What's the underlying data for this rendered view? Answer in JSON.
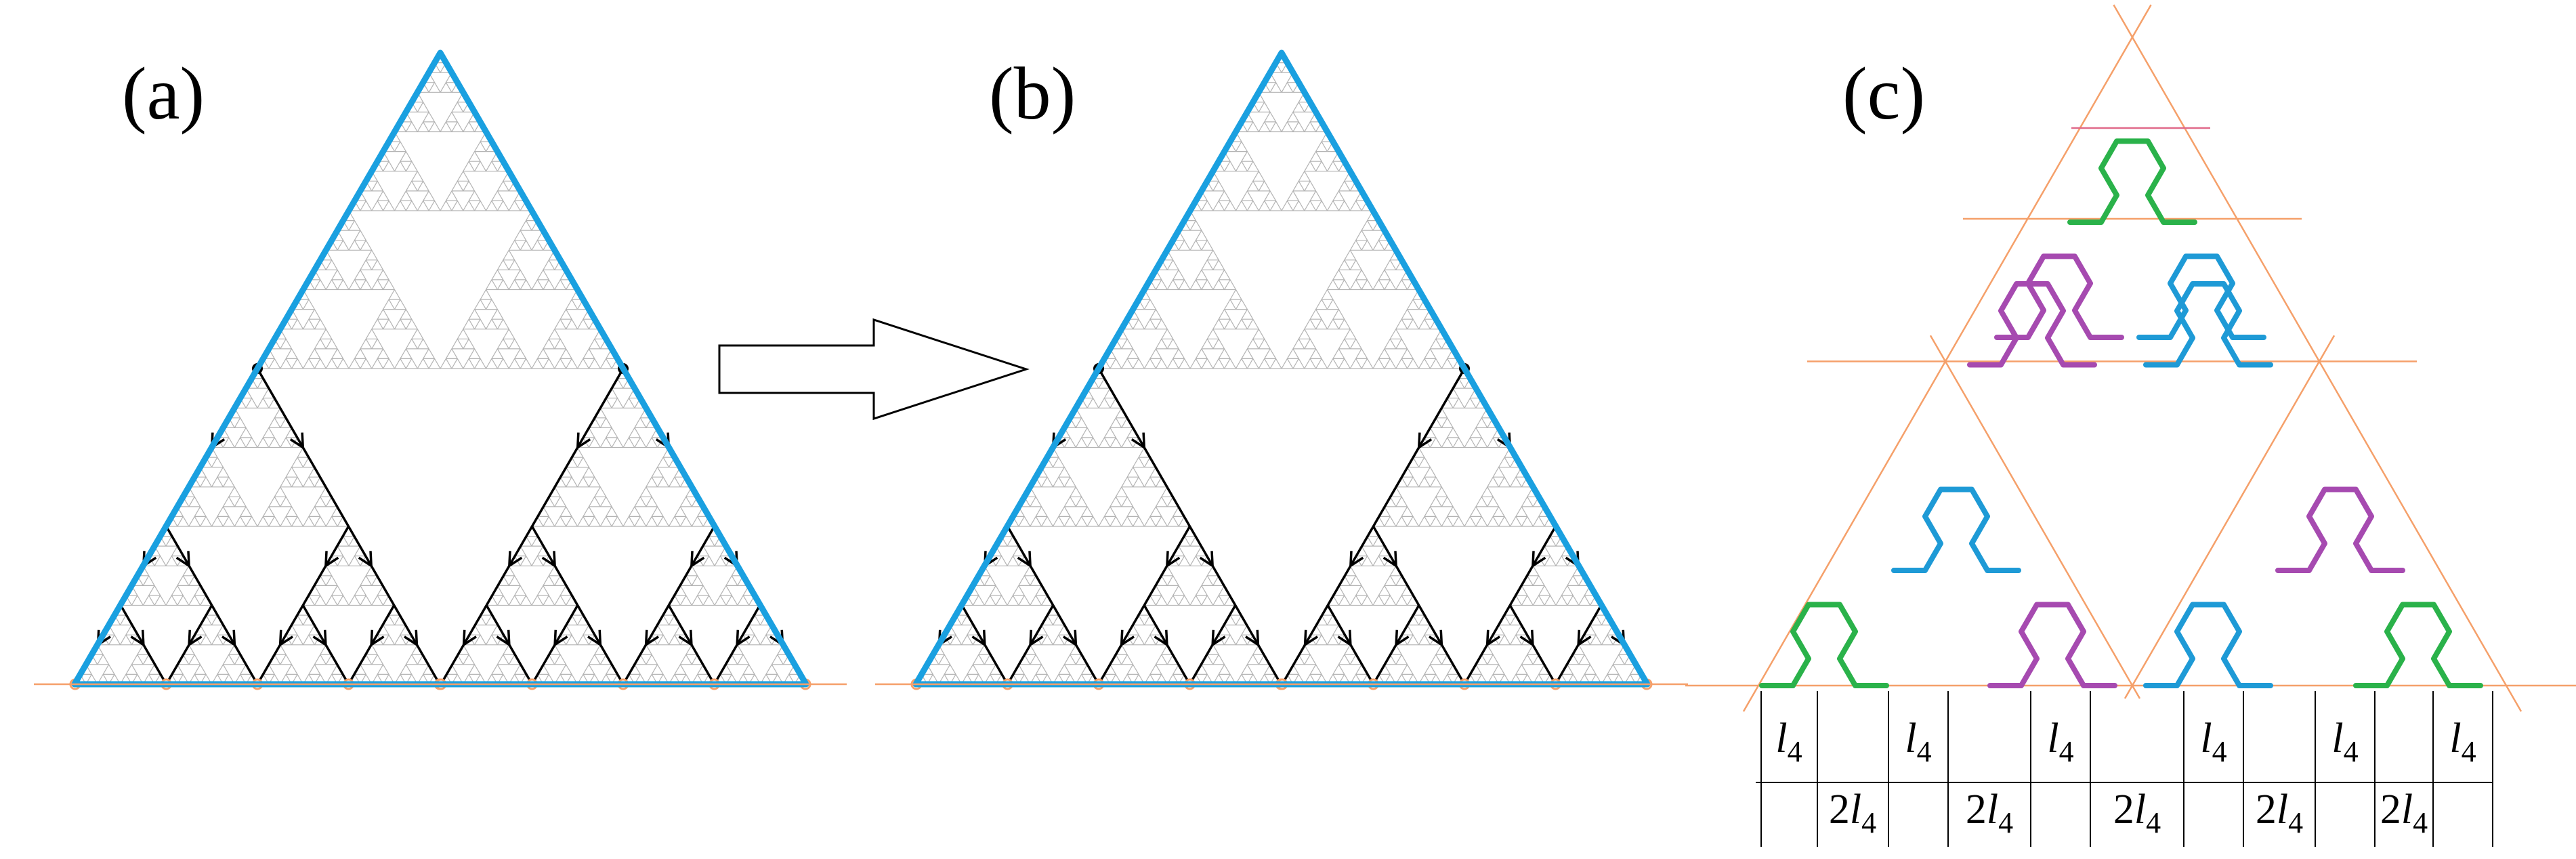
{
  "panels": {
    "a": {
      "label": "(a)"
    },
    "b": {
      "label": "(b)"
    },
    "c": {
      "label": "(c)"
    }
  },
  "measurements": {
    "top_row": [
      {
        "coef": "",
        "var": "l",
        "sub": "4"
      },
      {
        "coef": "",
        "var": "l",
        "sub": "4"
      },
      {
        "coef": "",
        "var": "l",
        "sub": "4"
      },
      {
        "coef": "",
        "var": "l",
        "sub": "4"
      },
      {
        "coef": "",
        "var": "l",
        "sub": "4"
      },
      {
        "coef": "",
        "var": "l",
        "sub": "4"
      }
    ],
    "bottom_row": [
      {
        "coef": "2",
        "var": "l",
        "sub": "4"
      },
      {
        "coef": "2",
        "var": "l",
        "sub": "4"
      },
      {
        "coef": "2",
        "var": "l",
        "sub": "4"
      },
      {
        "coef": "2",
        "var": "l",
        "sub": "4"
      },
      {
        "coef": "2",
        "var": "l",
        "sub": "4"
      }
    ]
  },
  "colors": {
    "triangle_outline": "#1aa0e0",
    "baseline": "#f5a06a",
    "sierpinski": "#b4b4b4",
    "path_green": "#2ab24a",
    "path_blue": "#1e9ad6",
    "path_purple": "#a64ab0",
    "arrow": "#000000"
  },
  "fractal_depth": 6
}
